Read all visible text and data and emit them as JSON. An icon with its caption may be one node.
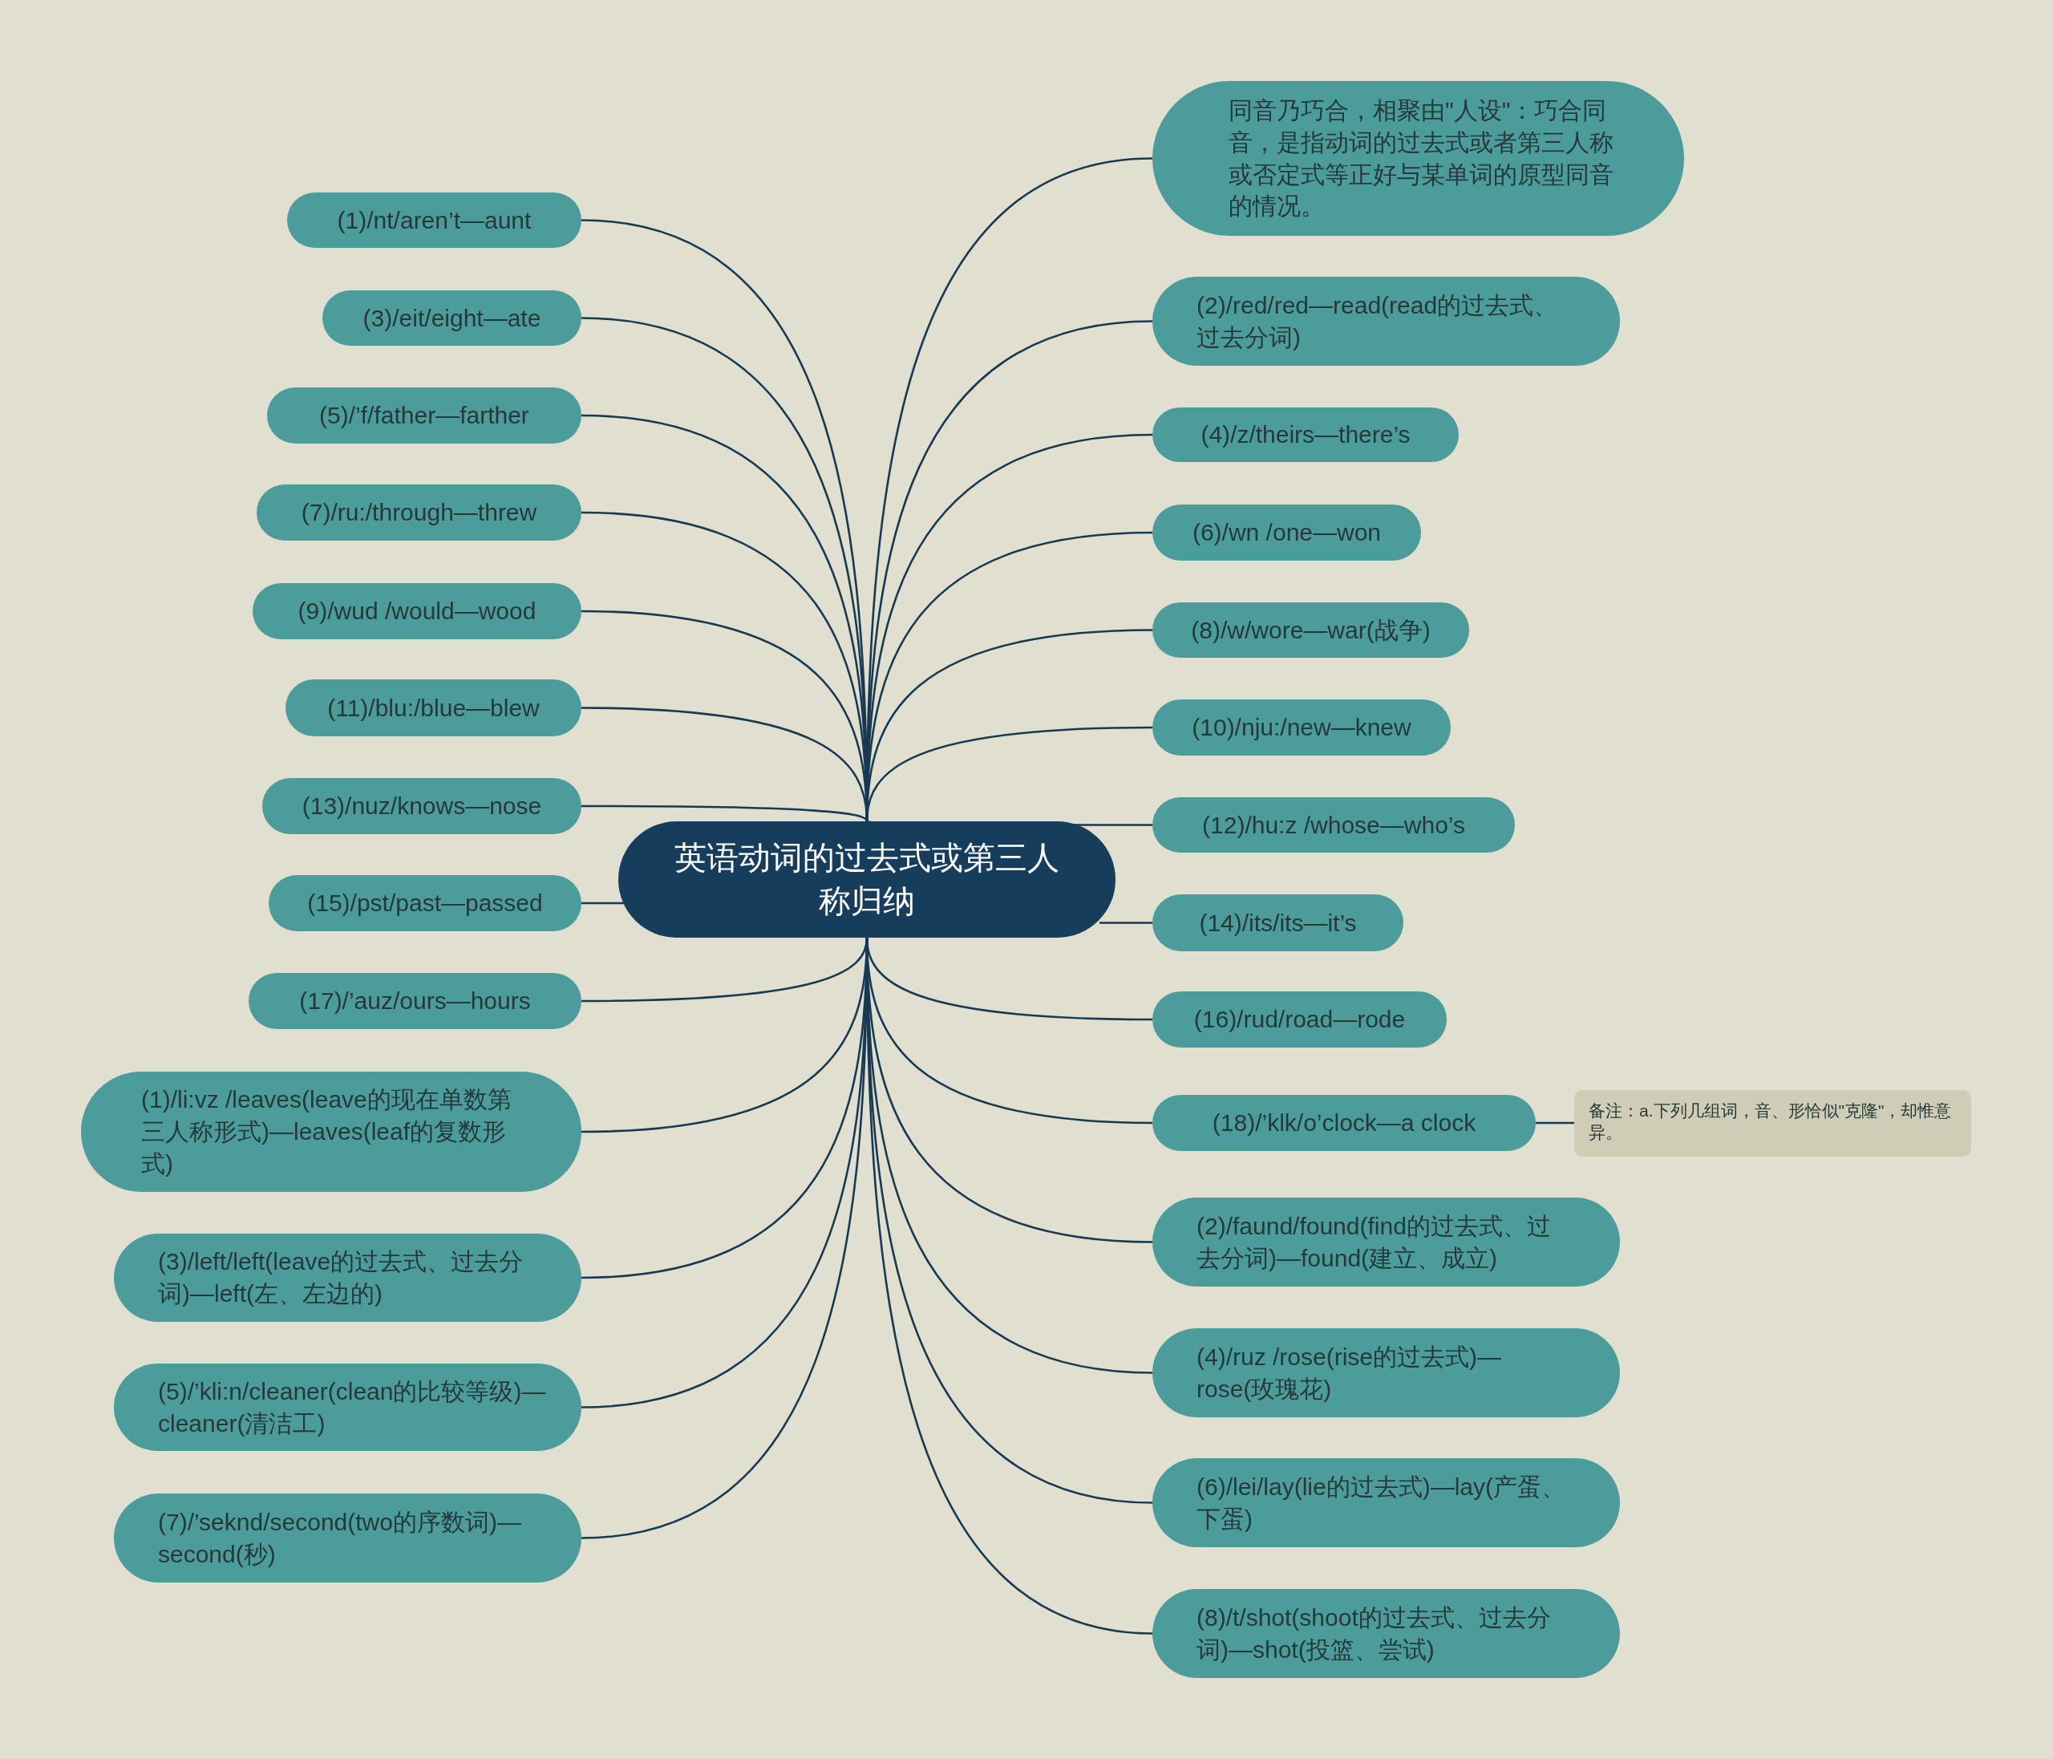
{
  "diagram": {
    "nodes": [
      {
        "text": [
          "英语动词的过去式或第三人称归纳"
        ]
      },
      {
        "text": [
          "同音乃巧合，相聚由\"人设\"：巧合同音，是指动词的过去式或者第三人称或否定式等正好与某单词的原型同音的情况。"
        ]
      },
      {
        "text": [
          "(2)/red/red—read(read的过去式、过去分词)"
        ]
      },
      {
        "text": [
          "(4)/z/theirs—there’s"
        ]
      },
      {
        "text": [
          "(6)/wn /one—won"
        ]
      },
      {
        "text": [
          "(8)/w/wore—war(战争)"
        ]
      },
      {
        "text": [
          "(10)/nju:/new—knew"
        ]
      },
      {
        "text": [
          "(12)/hu:z /whose—who’s"
        ]
      },
      {
        "text": [
          "(14)/its/its—it’s"
        ]
      },
      {
        "text": [
          "(16)/rud/road—rode"
        ]
      },
      {
        "text": [
          "(18)/’klk/o’clock—a clock"
        ]
      },
      {
        "text": [
          "备注：a.下列几组词，音、形恰似\"克隆\"，却惟意异。"
        ]
      },
      {
        "text": [
          "(2)/faund/found(find的过去式、过去分词)—found(建立、成立)"
        ]
      },
      {
        "text": [
          "(4)/ruz /rose(rise的过去式)—rose(玫瑰花)"
        ]
      },
      {
        "text": [
          "(6)/lei/lay(lie的过去式)—lay(产蛋、下蛋)"
        ]
      },
      {
        "text": [
          "(8)/t/shot(shoot的过去式、过去分词)—shot(投篮、尝试)"
        ]
      },
      {
        "text": [
          "(1)/nt/aren’t—aunt"
        ]
      },
      {
        "text": [
          "(3)/eit/eight—ate"
        ]
      },
      {
        "text": [
          "(5)/’f/father—farther"
        ]
      },
      {
        "text": [
          "(7)/ru:/through—threw"
        ]
      },
      {
        "text": [
          "(9)/wud /would—wood"
        ]
      },
      {
        "text": [
          "(11)/blu:/blue—blew"
        ]
      },
      {
        "text": [
          "(13)/nuz/knows—nose"
        ]
      },
      {
        "text": [
          "(15)/pst/past—passed"
        ]
      },
      {
        "text": [
          "(17)/’auz/ours—hours"
        ]
      },
      {
        "text": [
          "(1)/li:vz /leaves(leave的现在单数第三人称形式)—leaves(leaf的复数形式)"
        ]
      },
      {
        "text": [
          "(3)/left/left(leave的过去式、过去分词)—left(左、左边的)"
        ]
      },
      {
        "text": [
          "(5)/’kli:n/cleaner(clean的比较等级)—cleaner(清洁工)"
        ]
      },
      {
        "text": [
          "(7)/’seknd/second(two的序数词)—second(秒)"
        ]
      }
    ],
    "edges": [
      {
        "from": 0,
        "to": 1,
        "arrow": "none"
      },
      {
        "from": 0,
        "to": 2,
        "arrow": "none"
      },
      {
        "from": 0,
        "to": 3,
        "arrow": "none"
      },
      {
        "from": 0,
        "to": 4,
        "arrow": "none"
      },
      {
        "from": 0,
        "to": 5,
        "arrow": "none"
      },
      {
        "from": 0,
        "to": 6,
        "arrow": "none"
      },
      {
        "from": 0,
        "to": 7,
        "arrow": "none"
      },
      {
        "from": 0,
        "to": 8,
        "arrow": "none"
      },
      {
        "from": 0,
        "to": 9,
        "arrow": "none"
      },
      {
        "from": 0,
        "to": 10,
        "arrow": "none"
      },
      {
        "from": 10,
        "to": 11,
        "arrow": "none"
      },
      {
        "from": 0,
        "to": 12,
        "arrow": "none"
      },
      {
        "from": 0,
        "to": 13,
        "arrow": "none"
      },
      {
        "from": 0,
        "to": 14,
        "arrow": "none"
      },
      {
        "from": 0,
        "to": 15,
        "arrow": "none"
      },
      {
        "from": 0,
        "to": 16,
        "arrow": "none"
      },
      {
        "from": 0,
        "to": 17,
        "arrow": "none"
      },
      {
        "from": 0,
        "to": 18,
        "arrow": "none"
      },
      {
        "from": 0,
        "to": 19,
        "arrow": "none"
      },
      {
        "from": 0,
        "to": 20,
        "arrow": "none"
      },
      {
        "from": 0,
        "to": 21,
        "arrow": "none"
      },
      {
        "from": 0,
        "to": 22,
        "arrow": "none"
      },
      {
        "from": 0,
        "to": 23,
        "arrow": "none"
      },
      {
        "from": 0,
        "to": 24,
        "arrow": "none"
      },
      {
        "from": 0,
        "to": 25,
        "arrow": "none"
      },
      {
        "from": 0,
        "to": 26,
        "arrow": "none"
      },
      {
        "from": 0,
        "to": 27,
        "arrow": "none"
      },
      {
        "from": 0,
        "to": 28,
        "arrow": "none"
      }
    ]
  }
}
